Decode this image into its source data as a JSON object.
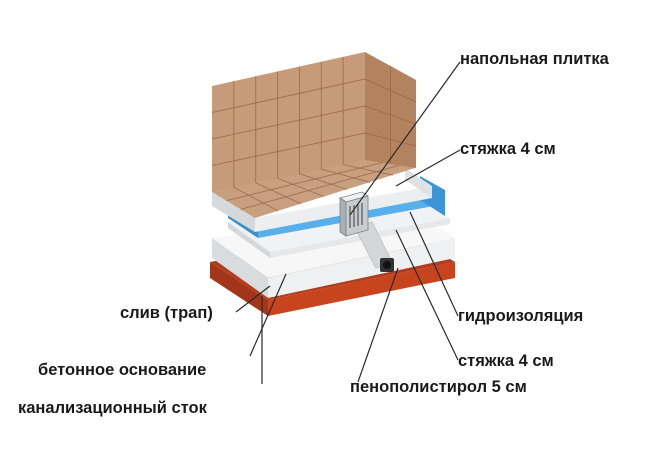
{
  "labels": {
    "floor_tile": "напольная плитка",
    "screed_top": "стяжка 4 см",
    "drain": "слив (трап)",
    "waterproofing": "гидроизоляция",
    "screed_bottom": "стяжка 4 см",
    "concrete_base": "бетонное основание",
    "foam": "пенополистирол 5 см",
    "sewer": "канализационный сток"
  },
  "colors": {
    "tile": "#c79a78",
    "tile_dark": "#b3825e",
    "tile_grout": "#9a6a4a",
    "screed": "#e9ecef",
    "waterproofing": "#4aa3e0",
    "foam": "#f4f4f4",
    "concrete": "#c8441e",
    "concrete_dark": "#9e2e12"
  }
}
